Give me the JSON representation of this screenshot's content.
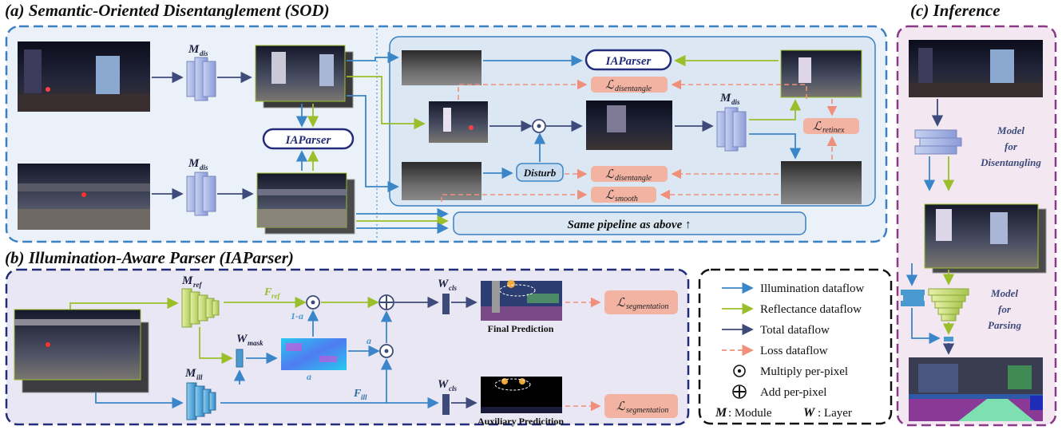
{
  "panels": {
    "a_title": "(a) Semantic-Oriented Disentanglement (SOD)",
    "b_title": "(b) Illumination-Aware Parser (IAParser)",
    "c_title": "(c) Inference"
  },
  "sod": {
    "m_dis": "M",
    "m_dis_sub": "dis",
    "iaparser": "IAParser",
    "disturb": "Disturb",
    "loss_symbol": "ℒ",
    "loss_disentangle": "disentangle",
    "loss_smooth": "smooth",
    "loss_retinex": "retinex",
    "same_pipeline": "Same pipeline as above ↑"
  },
  "iaparser": {
    "m_ref": "M",
    "m_ref_sub": "ref",
    "m_ill": "M",
    "m_ill_sub": "ill",
    "w_mask": "W",
    "w_mask_sub": "mask",
    "w_cls": "W",
    "w_cls_sub": "cls",
    "f_ref": "F",
    "f_ref_sub": "ref",
    "f_ill": "F",
    "f_ill_sub": "ill",
    "one_minus_a": "1-a",
    "a": "a",
    "loss_segmentation": "segmentation",
    "final_prediction": "Final Prediction",
    "auxiliary_prediction": "Auxiliary Predicition"
  },
  "legend": {
    "items": [
      {
        "label": "Illumination dataflow",
        "color": "#3a86c8"
      },
      {
        "label": "Reflectance dataflow",
        "color": "#9bbf2a"
      },
      {
        "label": "Total dataflow",
        "color": "#3e4a7a"
      },
      {
        "label": "Loss dataflow",
        "color": "#f08f7a"
      }
    ],
    "multiply": "Multiply per-pixel",
    "add": "Add per-pixel",
    "module_key": "M",
    "module_text": ": Module",
    "layer_key": "W",
    "layer_text": ": Layer"
  },
  "inference": {
    "model_disentangling": [
      "Model",
      "for",
      "Disentangling"
    ],
    "model_parsing": [
      "Model",
      "for",
      "Parsing"
    ]
  },
  "colors": {
    "illumination": "#3a86c8",
    "reflectance": "#9bbf2a",
    "total": "#3e4a7a",
    "loss": "#f08f7a",
    "sod_bg": "#eaf1f8",
    "sod_border": "#3b7fc4",
    "iap_bg": "#e9e7f3",
    "iap_border": "#232c7a",
    "inf_bg": "#f3e7f2",
    "inf_border": "#8a3a86",
    "loss_box": "#f2b3a3"
  }
}
